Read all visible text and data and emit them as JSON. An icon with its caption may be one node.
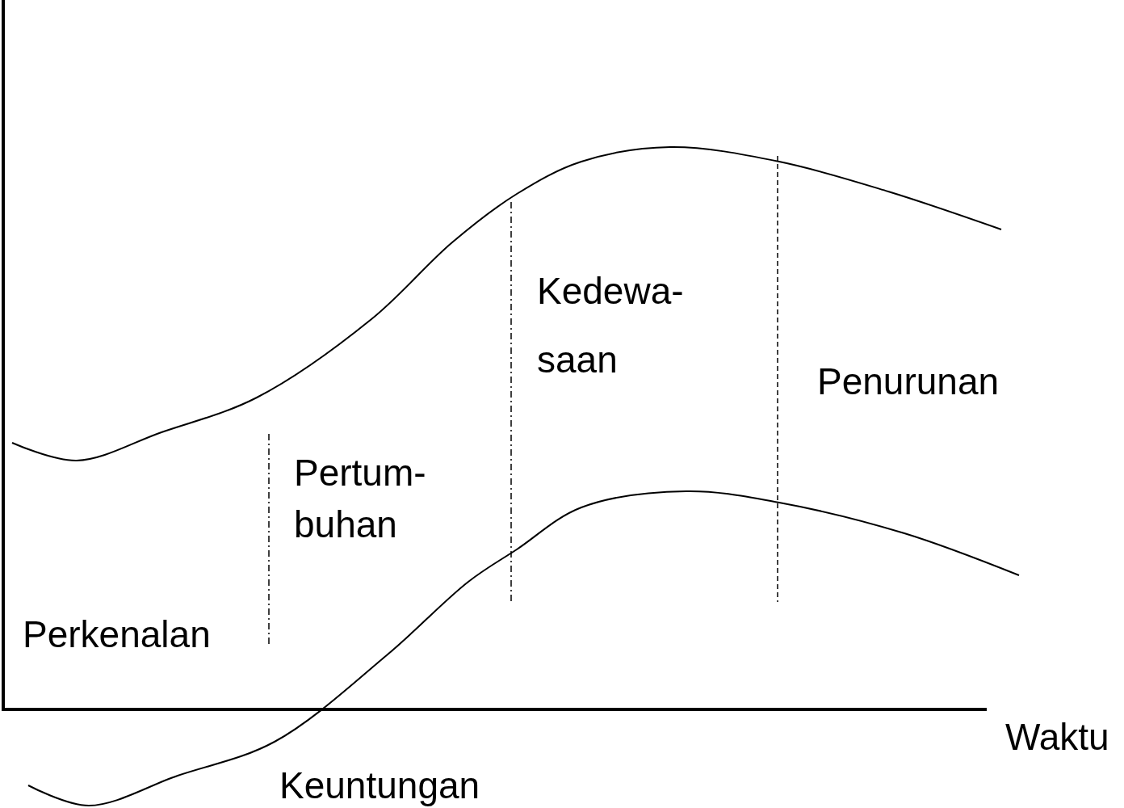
{
  "diagram": {
    "labels": [
      "Kedewa- saan",
      "Penurunan",
      "Pertum- buhan",
      "Perkenalan",
      "Waktu",
      "Keuntungan"
    ]
  }
}
